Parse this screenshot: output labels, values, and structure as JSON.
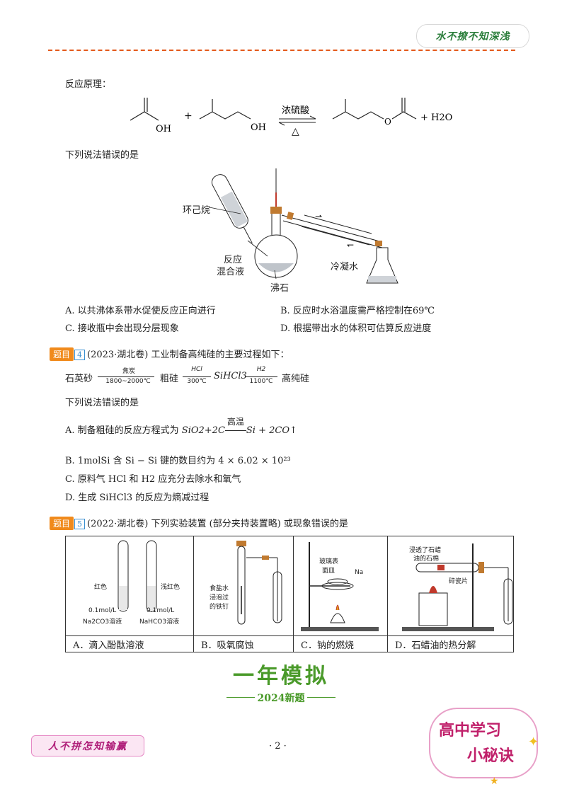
{
  "header": {
    "motto": "水不撩不知深浅"
  },
  "section_intro": {
    "label": "反应原理："
  },
  "reaction": {
    "oh": "OH",
    "plus": "+",
    "oh2": "OH",
    "catalyst": "浓硫酸",
    "heat": "△",
    "o": "O",
    "product_tail": "+ H2O"
  },
  "q3": {
    "prompt": "下列说法错误的是",
    "diagram_labels": {
      "cyclohexane": "环己烷",
      "mixture1": "反应",
      "mixture2": "混合液",
      "chips": "沸石",
      "cold_water": "冷凝水"
    },
    "options": [
      "A. 以共沸体系带水促使反应正向进行",
      "B. 反应时水浴温度需严格控制在69℃",
      "C. 接收瓶中会出现分层现象",
      "D. 根据带出水的体积可估算反应进度"
    ]
  },
  "q4": {
    "tag": "题目",
    "num": "4",
    "stem": "(2023·湖北卷) 工业制备高纯硅的主要过程如下：",
    "flow": {
      "s1": "石英砂",
      "c1_top": "焦炭",
      "c1_bot": "1800~2000℃",
      "s2": "粗硅",
      "c2_top": "HCl",
      "c2_bot": "300℃",
      "s3": "SiHCl3",
      "c3_top": "H2",
      "c3_bot": "1100℃",
      "s4": "高纯硅"
    },
    "prompt": "下列说法错误的是",
    "optA_pre": "A. 制备粗硅的反应方程式为 ",
    "optA_eq_left": "SiO2+2C",
    "optA_cond": "高温",
    "optA_eq_right": "Si + 2CO↑",
    "optB": "B. 1molSi 含 Si − Si 键的数目约为 4 × 6.02 × 10²³",
    "optC": "C. 原料气 HCl 和 H2 应充分去除水和氧气",
    "optD": "D. 生成 SiHCl3 的反应为熵减过程"
  },
  "q5": {
    "tag": "题目",
    "num": "5",
    "stem": "(2022·湖北卷) 下列实验装置 (部分夹持装置略) 或现象错误的是",
    "cells": [
      {
        "caption": "A．滴入酚酞溶液",
        "labels": {
          "left_color": "红色",
          "right_color": "浅红色",
          "left_conc": "0.1mol/L",
          "left_sol": "Na2CO3溶液",
          "right_conc": "0.1mol/L",
          "right_sol": "NaHCO3溶液"
        }
      },
      {
        "caption": "B．吸氧腐蚀",
        "labels": {
          "l1": "食盐水",
          "l2": "浸泡过",
          "l3": "的铁钉"
        }
      },
      {
        "caption": "C．钠的燃烧",
        "labels": {
          "l1": "玻璃表",
          "l2": "面皿",
          "na": "Na"
        }
      },
      {
        "caption": "D．石蜡油的热分解",
        "labels": {
          "l1": "浸透了石蜡",
          "l2": "油的石棉",
          "l3": "碎瓷片"
        }
      }
    ]
  },
  "section2": {
    "title": "一年模拟",
    "subtitle": "2024新题"
  },
  "footer": {
    "left": "人不拼怎知输赢",
    "page": "· 2 ·",
    "badge1": "高中学习",
    "badge2": "小秘诀"
  }
}
